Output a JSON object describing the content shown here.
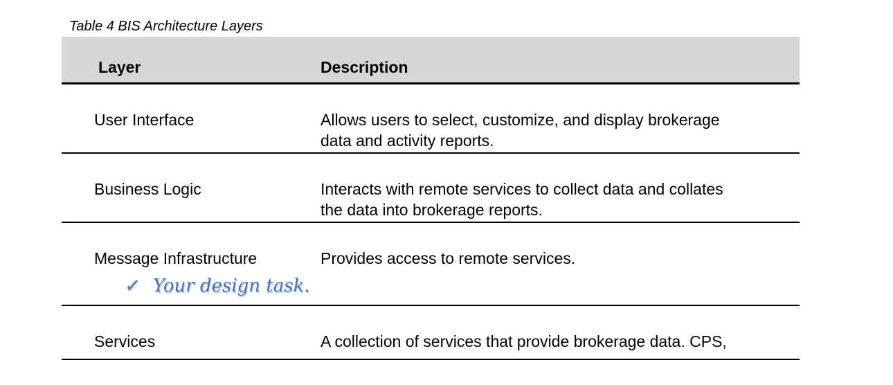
{
  "title": "Table 4 BIS Architecture Layers",
  "colors": {
    "header_background": "#d6d6d6",
    "body_background": "#ffffff",
    "text": "#000000",
    "rule_lines": "#000000",
    "annotation_blue": "#4272c2"
  },
  "icons": {
    "check_icon": "✓"
  },
  "table": {
    "headers": [
      "Layer",
      "Description"
    ],
    "rows": [
      {
        "layer": "User Interface",
        "description": [
          "Allows users to select, customize, and display brokerage",
          "data and activity reports."
        ]
      },
      {
        "layer": "Business Logic",
        "description": [
          "Interacts with remote services to collect data and collates",
          "the data into brokerage reports."
        ]
      },
      {
        "layer": "Message Infrastructure",
        "description": [
          "Provides access to remote services."
        ],
        "annotation": {
          "text": "Your design task."
        }
      },
      {
        "layer": "Services",
        "description": [
          "A collection of services that provide brokerage data. CPS,"
        ]
      }
    ]
  }
}
